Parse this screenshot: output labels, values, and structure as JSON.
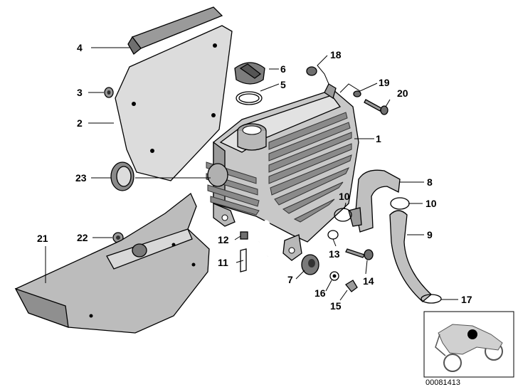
{
  "callouts": {
    "c1": "1",
    "c2": "2",
    "c3": "3",
    "c4": "4",
    "c5": "5",
    "c6": "6",
    "c7": "7",
    "c8": "8",
    "c9": "9",
    "c10a": "10",
    "c10b": "10",
    "c11": "11",
    "c12": "12",
    "c13": "13",
    "c14": "14",
    "c15": "15",
    "c16": "16",
    "c17": "17",
    "c18": "18",
    "c19": "19",
    "c20": "20",
    "c21": "21",
    "c22": "22",
    "c23": "23"
  },
  "diagram_code": "00081413",
  "colors": {
    "part_fill": "#c8c8c8",
    "part_dark": "#7a7a7a",
    "highlight": "#000000"
  }
}
